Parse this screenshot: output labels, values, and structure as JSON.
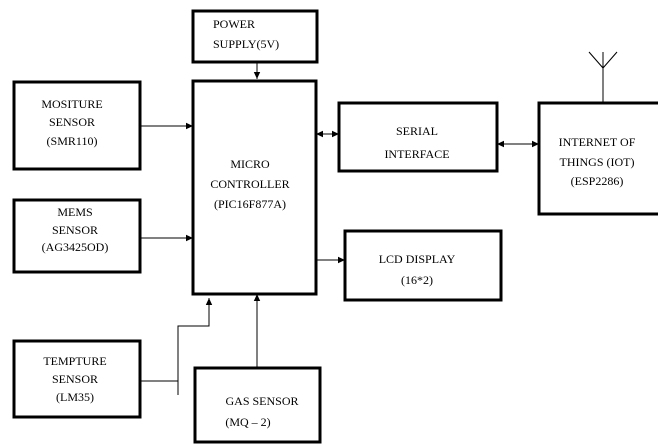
{
  "blocks": {
    "power_supply": {
      "lines": [
        "POWER",
        "SUPPLY(5V)"
      ]
    },
    "moisture_sensor": {
      "lines": [
        "MOSITURE",
        "SENSOR",
        "(SMR110)"
      ]
    },
    "mems_sensor": {
      "lines": [
        "MEMS",
        "SENSOR",
        "(AG3425OD)"
      ]
    },
    "temperature_sensor": {
      "lines": [
        "TEMPTURE",
        "SENSOR",
        "(LM35)"
      ]
    },
    "microcontroller": {
      "lines": [
        "MICRO",
        "CONTROLLER",
        "(PIC16F877A)"
      ]
    },
    "serial_interface": {
      "lines": [
        "SERIAL",
        "INTERFACE"
      ]
    },
    "iot": {
      "lines": [
        "INTERNET OF",
        "THINGS (IOT)",
        "(ESP2286)"
      ]
    },
    "lcd_display": {
      "lines": [
        "LCD DISPLAY",
        "(16*2)"
      ]
    },
    "gas_sensor": {
      "lines": [
        "GAS SENSOR",
        "(MQ – 2)"
      ]
    }
  }
}
